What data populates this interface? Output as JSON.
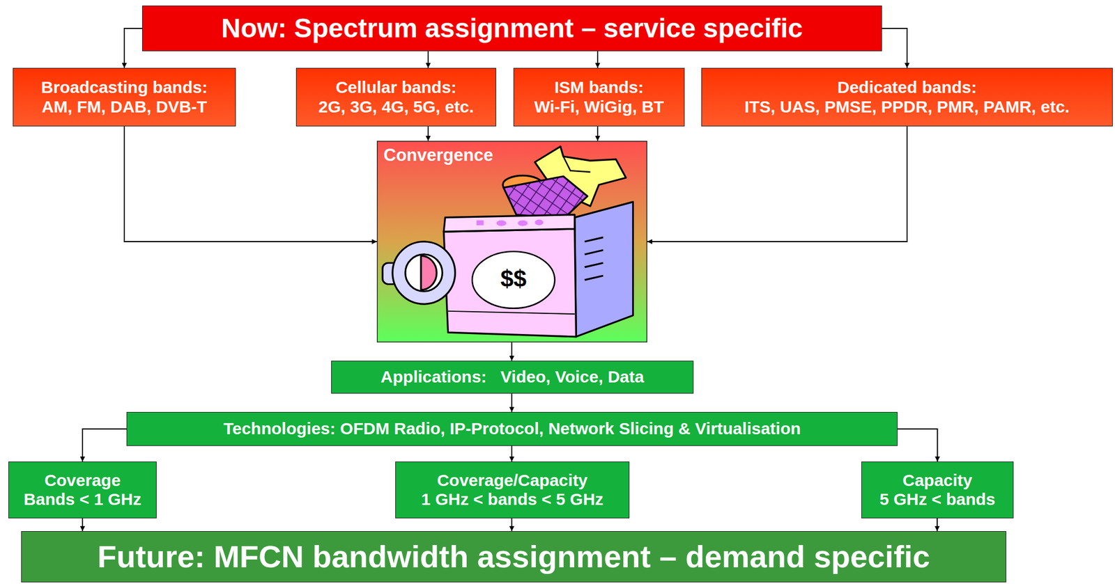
{
  "diagram": {
    "nodes": [
      {
        "text": [
          "Now: Spectrum assignment – service specific"
        ]
      },
      {
        "text": [
          "Broadcasting bands:",
          "AM, FM, DAB, DVB-T"
        ]
      },
      {
        "text": [
          "Cellular bands:",
          "2G, 3G, 4G, 5G, etc."
        ]
      },
      {
        "text": [
          "ISM bands:",
          "Wi-Fi, WiGig, BT"
        ]
      },
      {
        "text": [
          "Dedicated bands:",
          "ITS, UAS, PMSE, PPDR, PMR, PAMR, etc."
        ]
      },
      {
        "text": [
          "Convergence",
          "$$"
        ]
      },
      {
        "text": [
          "Applications:   Video, Voice, Data"
        ]
      },
      {
        "text": [
          "Technologies: OFDM Radio, IP-Protocol, Network Slicing & Virtualisation"
        ]
      },
      {
        "text": [
          "Coverage",
          "Bands < 1 GHz"
        ]
      },
      {
        "text": [
          "Coverage/Capacity",
          "1 GHz < bands < 5 GHz"
        ]
      },
      {
        "text": [
          "Capacity",
          "5 GHz < bands"
        ]
      },
      {
        "text": [
          "Future: MFCN bandwidth assignment – demand specific"
        ]
      }
    ],
    "edges": [
      {
        "from": 0,
        "to": 1,
        "arrow": "to"
      },
      {
        "from": 0,
        "to": 2,
        "arrow": "to"
      },
      {
        "from": 0,
        "to": 3,
        "arrow": "to"
      },
      {
        "from": 0,
        "to": 4,
        "arrow": "to"
      },
      {
        "from": 1,
        "to": 5,
        "arrow": "to"
      },
      {
        "from": 2,
        "to": 5,
        "arrow": "to"
      },
      {
        "from": 3,
        "to": 5,
        "arrow": "to"
      },
      {
        "from": 4,
        "to": 5,
        "arrow": "to"
      },
      {
        "from": 5,
        "to": 6,
        "arrow": "to"
      },
      {
        "from": 6,
        "to": 7,
        "arrow": "to"
      },
      {
        "from": 7,
        "to": 8,
        "arrow": "to"
      },
      {
        "from": 7,
        "to": 9,
        "arrow": "to"
      },
      {
        "from": 7,
        "to": 10,
        "arrow": "to"
      },
      {
        "from": 8,
        "to": 11,
        "arrow": "to"
      },
      {
        "from": 9,
        "to": 11,
        "arrow": "to"
      },
      {
        "from": 10,
        "to": 11,
        "arrow": "to"
      }
    ]
  }
}
